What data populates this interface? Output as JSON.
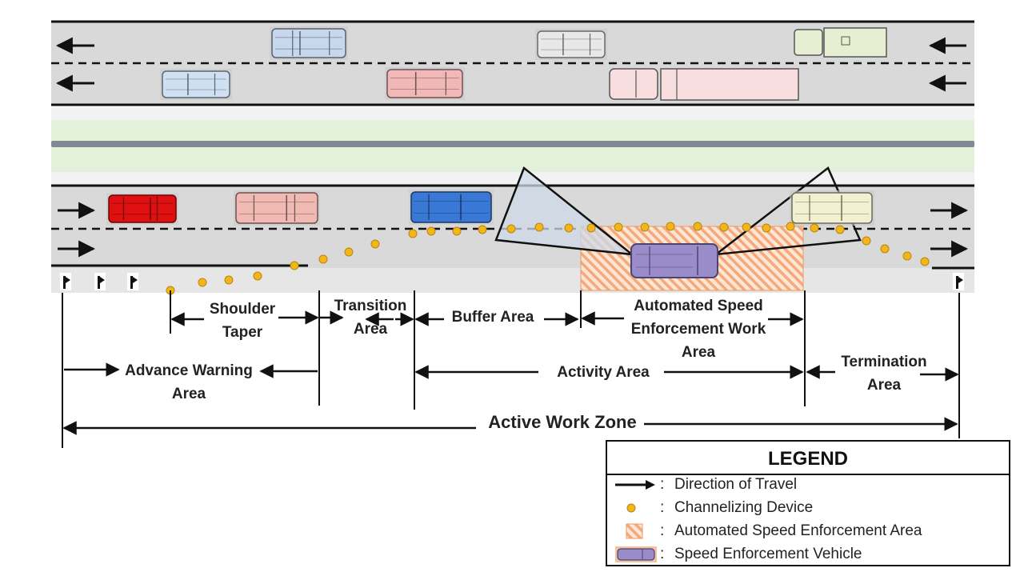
{
  "labels": {
    "shoulder_taper_1": "Shoulder",
    "shoulder_taper_2": "Taper",
    "transition_1": "Transition",
    "transition_2": "Area",
    "buffer": "Buffer Area",
    "ase_work_1": "Automated Speed",
    "ase_work_2": "Enforcement Work",
    "ase_work_3": "Area",
    "advance_1": "Advance Warning",
    "advance_2": "Area",
    "activity": "Activity Area",
    "termination_1": "Termination",
    "termination_2": "Area",
    "active_zone": "Active Work Zone"
  },
  "legend": {
    "title": "LEGEND",
    "items": [
      {
        "symbol": "arrow-icon",
        "colon": ":",
        "text": "Direction of Travel"
      },
      {
        "symbol": "channelizing-dot-icon",
        "colon": ":",
        "text": "Channelizing Device"
      },
      {
        "symbol": "hatched-area-icon",
        "colon": ":",
        "text": "Automated Speed Enforcement Area"
      },
      {
        "symbol": "enforcement-vehicle-icon",
        "colon": ":",
        "text": "Speed Enforcement Vehicle"
      }
    ]
  },
  "colors": {
    "road": "#d9d9d9",
    "shoulder": "#e6e6e6",
    "median": "#e3f1da",
    "barrier": "#7f8a94",
    "device": "#f2b51c",
    "device_stroke": "#b7870a",
    "hatch": "#f3a97a",
    "enforcement_vehicle": "#9a8cc8",
    "camera_cone": "#cdd8e8"
  },
  "vehicles_top": [
    {
      "name": "light-blue-pickup",
      "color": "#c7d8ee"
    },
    {
      "name": "gray-suv",
      "color": "#e8e8e8"
    },
    {
      "name": "green-box-truck",
      "color": "#e6efd2"
    },
    {
      "name": "light-blue-sedan",
      "color": "#cfe0f2"
    },
    {
      "name": "pink-sedan",
      "color": "#f0b8b6"
    },
    {
      "name": "pink-semi-truck",
      "color": "#f8dede"
    }
  ],
  "vehicles_bottom": [
    {
      "name": "red-pickup",
      "color": "#e01010"
    },
    {
      "name": "pink-pickup",
      "color": "#f0b9b1"
    },
    {
      "name": "blue-sedan",
      "color": "#3a78d6"
    },
    {
      "name": "cream-suv",
      "color": "#f2f0d0"
    }
  ]
}
